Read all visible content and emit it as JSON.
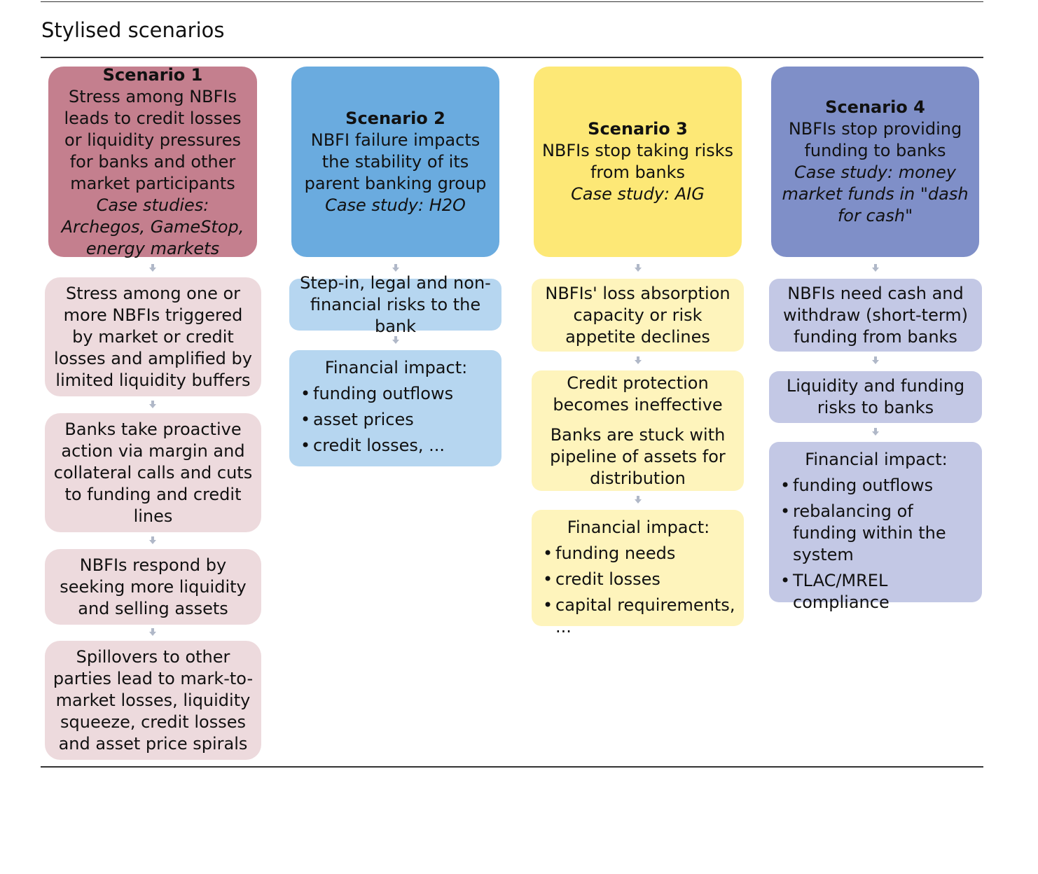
{
  "title": "Stylised scenarios",
  "colors": {
    "s1_head": "#c47f8e",
    "s1_box": "#eddadd",
    "s2_head": "#6aabdf",
    "s2_box": "#b6d6f0",
    "s3_head": "#fde876",
    "s3_box": "#fef4bc",
    "s4_head": "#7f8fc8",
    "s4_box": "#c3c8e5"
  },
  "scenarios": [
    {
      "name": "Scenario 1",
      "description": "Stress among NBFIs leads to credit losses or liquidity pressures for banks and other market participants",
      "case": "Case studies: Archegos, GameStop, energy markets",
      "steps": [
        "Stress among one or more NBFIs triggered by market or credit losses and amplified by limited liquidity buffers",
        "Banks take proactive action via margin and collateral calls and cuts to funding and credit lines",
        "NBFIs respond by seeking more liquidity and selling assets",
        "Spillovers to other parties lead to mark-to-market losses, liquidity squeeze, credit losses and asset price spirals"
      ]
    },
    {
      "name": "Scenario 2",
      "description": "NBFI failure impacts the stability of its parent banking group",
      "case": "Case study: H2O",
      "steps": [
        "Step-in, legal and non-financial risks to the bank"
      ],
      "impact_title": "Financial impact:",
      "impact_items": [
        "funding outflows",
        "asset prices",
        "credit losses, ..."
      ]
    },
    {
      "name": "Scenario 3",
      "description": "NBFIs stop taking risks from banks",
      "case": "Case study: AIG",
      "steps": [
        "NBFIs' loss absorption capacity or risk appetite declines"
      ],
      "step2_line1": "Credit protection becomes ineffective",
      "step2_line2": "Banks are stuck with pipeline of assets for distribution",
      "impact_title": "Financial impact:",
      "impact_items": [
        "funding needs",
        "credit losses",
        "capital requirements, ..."
      ]
    },
    {
      "name": "Scenario 4",
      "description": "NBFIs stop providing funding to banks",
      "case": "Case study: money market funds in \"dash for cash\"",
      "steps": [
        "NBFIs need cash and withdraw (short-term) funding from banks",
        "Liquidity and funding risks to banks"
      ],
      "impact_title": "Financial impact:",
      "impact_items": [
        "funding outflows",
        "rebalancing of funding within the system",
        "TLAC/MREL compliance"
      ]
    }
  ]
}
